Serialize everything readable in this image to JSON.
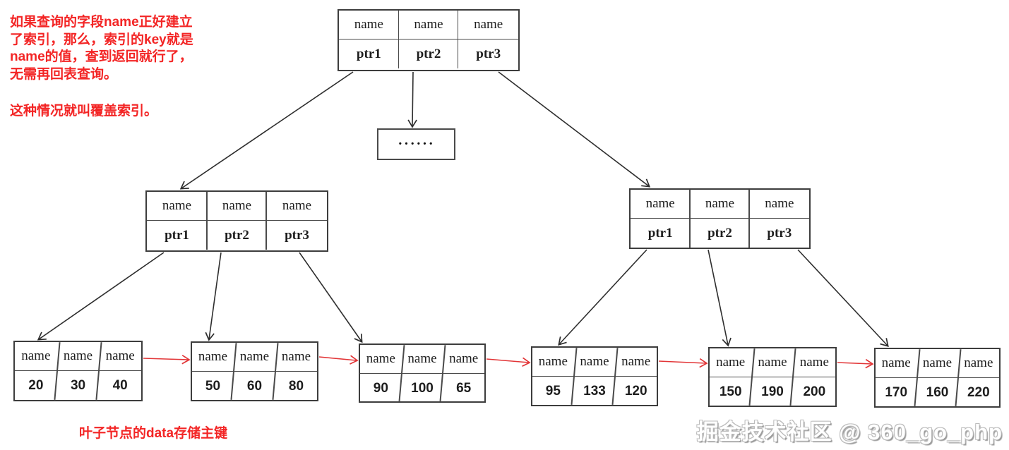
{
  "annotation": {
    "para1": "如果查询的字段name正好建立\n了索引，那么，索引的key就是\nname的值，查到返回就行了，\n无需再回表查询。",
    "para2": "这种情况就叫覆盖索引。"
  },
  "root": {
    "keys": [
      "name",
      "name",
      "name"
    ],
    "ptrs": [
      "ptr1",
      "ptr2",
      "ptr3"
    ]
  },
  "dots": {
    "label": "······"
  },
  "internal_left": {
    "keys": [
      "name",
      "name",
      "name"
    ],
    "ptrs": [
      "ptr1",
      "ptr2",
      "ptr3"
    ]
  },
  "internal_right": {
    "keys": [
      "name",
      "name",
      "name"
    ],
    "ptrs": [
      "ptr1",
      "ptr2",
      "ptr3"
    ]
  },
  "leaves": [
    {
      "keys": [
        "name",
        "name",
        "name"
      ],
      "values": [
        "20",
        "30",
        "40"
      ]
    },
    {
      "keys": [
        "name",
        "name",
        "name"
      ],
      "values": [
        "50",
        "60",
        "80"
      ]
    },
    {
      "keys": [
        "name",
        "name",
        "name"
      ],
      "values": [
        "90",
        "100",
        "65"
      ]
    },
    {
      "keys": [
        "name",
        "name",
        "name"
      ],
      "values": [
        "95",
        "133",
        "120"
      ]
    },
    {
      "keys": [
        "name",
        "name",
        "name"
      ],
      "values": [
        "150",
        "190",
        "200"
      ]
    },
    {
      "keys": [
        "name",
        "name",
        "name"
      ],
      "values": [
        "170",
        "160",
        "220"
      ]
    }
  ],
  "caption": {
    "text": "叶子节点的data存储主键"
  },
  "watermark": {
    "text": "掘金技术社区 @ 360_go_php"
  },
  "colors": {
    "red_text": "#f32525",
    "red_arrow": "#e23537",
    "border": "#3d3d3d"
  }
}
